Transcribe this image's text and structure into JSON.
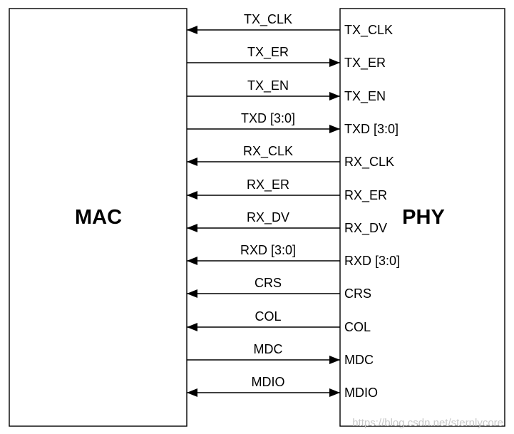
{
  "blocks": {
    "mac_label": "MAC",
    "phy_label": "PHY"
  },
  "signals": [
    {
      "name": "TX_CLK",
      "phy_pin": "TX_CLK",
      "direction": "phy-to-mac"
    },
    {
      "name": "TX_ER",
      "phy_pin": "TX_ER",
      "direction": "mac-to-phy"
    },
    {
      "name": "TX_EN",
      "phy_pin": "TX_EN",
      "direction": "mac-to-phy"
    },
    {
      "name": "TXD [3:0]",
      "phy_pin": "TXD [3:0]",
      "direction": "mac-to-phy"
    },
    {
      "name": "RX_CLK",
      "phy_pin": "RX_CLK",
      "direction": "phy-to-mac"
    },
    {
      "name": "RX_ER",
      "phy_pin": "RX_ER",
      "direction": "phy-to-mac"
    },
    {
      "name": "RX_DV",
      "phy_pin": "RX_DV",
      "direction": "phy-to-mac"
    },
    {
      "name": "RXD [3:0]",
      "phy_pin": "RXD [3:0]",
      "direction": "phy-to-mac"
    },
    {
      "name": "CRS",
      "phy_pin": "CRS",
      "direction": "phy-to-mac"
    },
    {
      "name": "COL",
      "phy_pin": "COL",
      "direction": "phy-to-mac"
    },
    {
      "name": "MDC",
      "phy_pin": "MDC",
      "direction": "mac-to-phy"
    },
    {
      "name": "MDIO",
      "phy_pin": "MDIO",
      "direction": "bidirectional"
    }
  ],
  "watermark": "https://blog.csdn.net/sternlycore"
}
